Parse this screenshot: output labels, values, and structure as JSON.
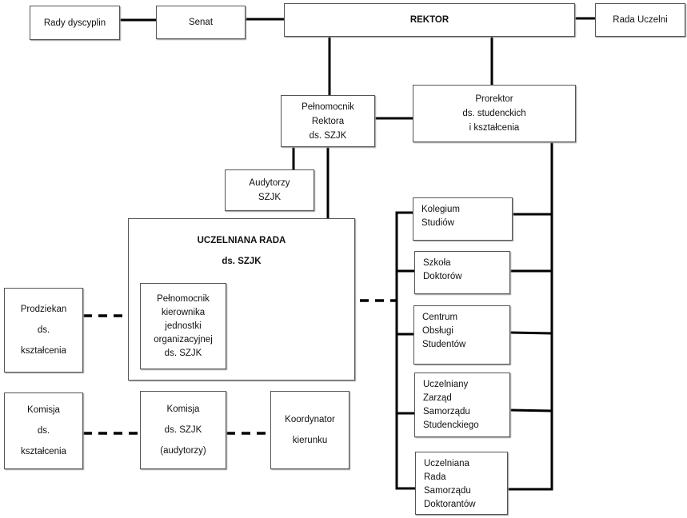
{
  "nodes": {
    "rady_dyscyplin": [
      "Rady dyscyplin"
    ],
    "senat": [
      "Senat"
    ],
    "rektor": [
      "REKTOR"
    ],
    "rada_uczelni": [
      "Rada Uczelni"
    ],
    "pelnomocnik_rektora": [
      "Pełnomocnik",
      "Rektora",
      "ds. SZJK"
    ],
    "prorektor": [
      "Prorektor",
      "ds. studenckich",
      "i kształcenia"
    ],
    "audytorzy": [
      "Audytorzy",
      "SZJK"
    ],
    "uczelniana_rada": [
      "UCZELNIANA RADA",
      "ds. SZJK"
    ],
    "pelnomocnik_kierownika": [
      "Pełnomocnik",
      "kierownika",
      "jednostki",
      "organizacyjnej",
      "ds. SZJK"
    ],
    "prodziekan": [
      "Prodziekan",
      "ds.",
      "kształcenia"
    ],
    "komisja_ksztalcenia": [
      "Komisja",
      "ds.",
      "kształcenia"
    ],
    "komisja_szjk": [
      "Komisja",
      "ds. SZJK",
      "(audytorzy)"
    ],
    "koordynator": [
      "Koordynator",
      "kierunku"
    ],
    "kolegium": [
      "Kolegium",
      "Studiów"
    ],
    "szkola": [
      "Szkoła",
      "Doktorów"
    ],
    "centrum": [
      "Centrum",
      "Obsługi",
      "Studentów"
    ],
    "uzss": [
      "Uczelniany",
      "Zarząd",
      "Samorządu",
      "Studenckiego"
    ],
    "ursd": [
      "Uczelniana",
      "Rada",
      "Samorządu",
      "Doktorantów"
    ]
  }
}
